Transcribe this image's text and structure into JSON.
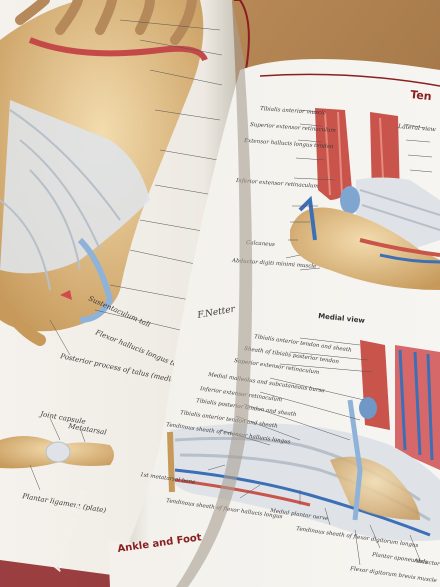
{
  "left_page": {
    "labels": [
      "Posterior process of talus (medial and lateral tubercles)",
      "Flexor hallucis longus tendon",
      "Sustentaculum tali",
      "Joint capsule",
      "Metatarsal",
      "Plantar ligament (plate)"
    ],
    "footer": "Ankle and Foot"
  },
  "right_page": {
    "header": "Ten",
    "lateral_view_title": "Lateral view",
    "lateral_labels": [
      "Tibialis anterior muscle",
      "Superior extensor retinaculum",
      "Extensor hallucis longus tendon",
      "Inferior extensor retinaculum",
      "Calcaneus",
      "Abductor digiti minimi muscle"
    ],
    "medial_view_title": "Medial view",
    "medial_labels": [
      "Tibialis anterior tendon and sheath",
      "Sheath of tibialis posterior tendon",
      "Superior extensor retinaculum",
      "Medial malleolus and subcutaneous bursa",
      "Inferior extensor retinaculum",
      "Tibialis posterior tendon and sheath",
      "Tibialis anterior tendon and sheath",
      "Tendinous sheath of extensor hallucis longus",
      "1st metatarsal bone",
      "Tendinous sheath of flexor hallucis longus",
      "Medial plantar nerve",
      "Tendinous sheath of flexor digitorum longus",
      "Plantar aponeurosis",
      "Flexor digitorum brevis muscle",
      "Abductor"
    ],
    "signature": "F.Netter",
    "footer": "Ankle and Foot"
  },
  "colors": {
    "table": "#b98b5a",
    "page": "#f4f1ec",
    "header_red": "#8a1f22",
    "bone": "#d9b27a",
    "tendon": "#dfe3e8",
    "muscle": "#c9544b",
    "vein": "#3c6fb5"
  }
}
